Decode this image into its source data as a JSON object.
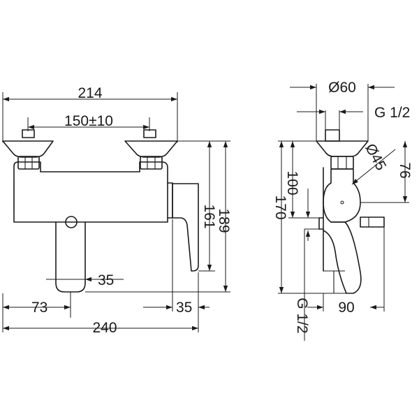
{
  "front_view": {
    "overall_width": "214",
    "handle_spacing": "150±10",
    "height_total": "189",
    "height_to_axis": "161",
    "spout_width": "35",
    "left_to_spout": "73",
    "right_offset": "35",
    "total_width": "240"
  },
  "side_view": {
    "handle_diameter": "Ø60",
    "top_thread": "G 1/2",
    "body_diameter": "Ø45",
    "top_height": "76",
    "height_100": "100",
    "height_170": "170",
    "bottom_thread": "G 1/2",
    "projection": "90"
  }
}
